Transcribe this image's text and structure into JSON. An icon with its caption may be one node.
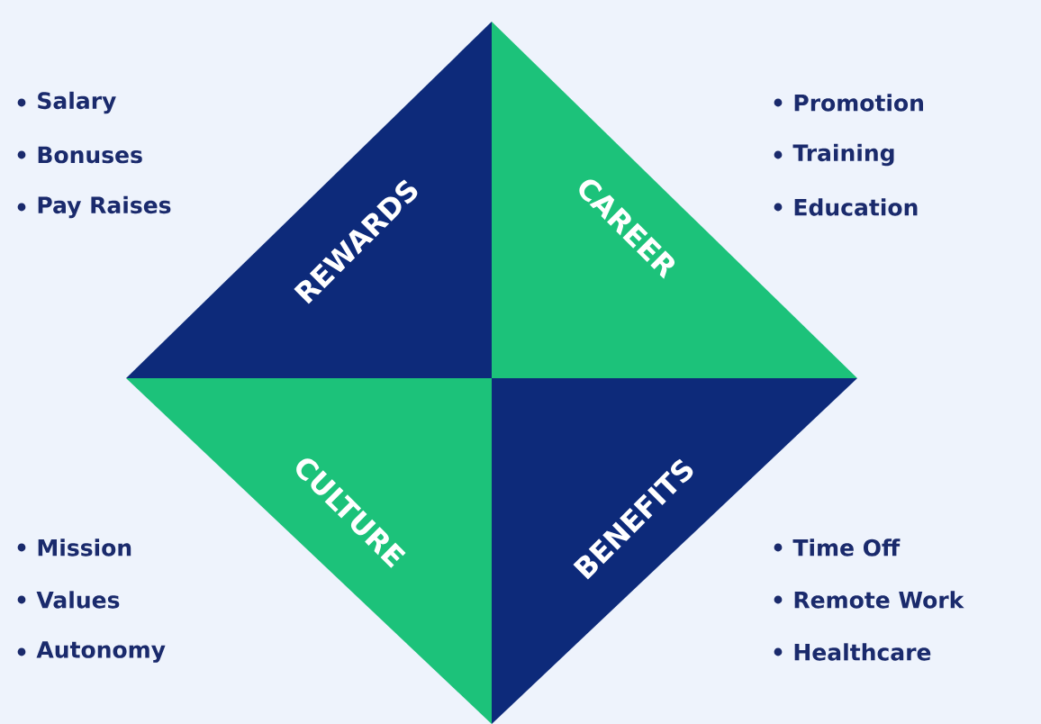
{
  "diagram": {
    "nodes": [
      {
        "text": [
          "REWARDS"
        ],
        "beside": [
          "Salary",
          "Bonuses",
          "Pay Raises"
        ]
      },
      {
        "text": [
          "CAREER"
        ],
        "beside": [
          "Promotion",
          "Training",
          "Education"
        ]
      },
      {
        "text": [
          "CULTURE"
        ],
        "beside": [
          "Mission",
          "Values",
          "Autonomy"
        ]
      },
      {
        "text": [
          "BENEFITS"
        ],
        "beside": [
          "Time Off",
          "Remote Work",
          "Healthcare"
        ]
      }
    ]
  }
}
